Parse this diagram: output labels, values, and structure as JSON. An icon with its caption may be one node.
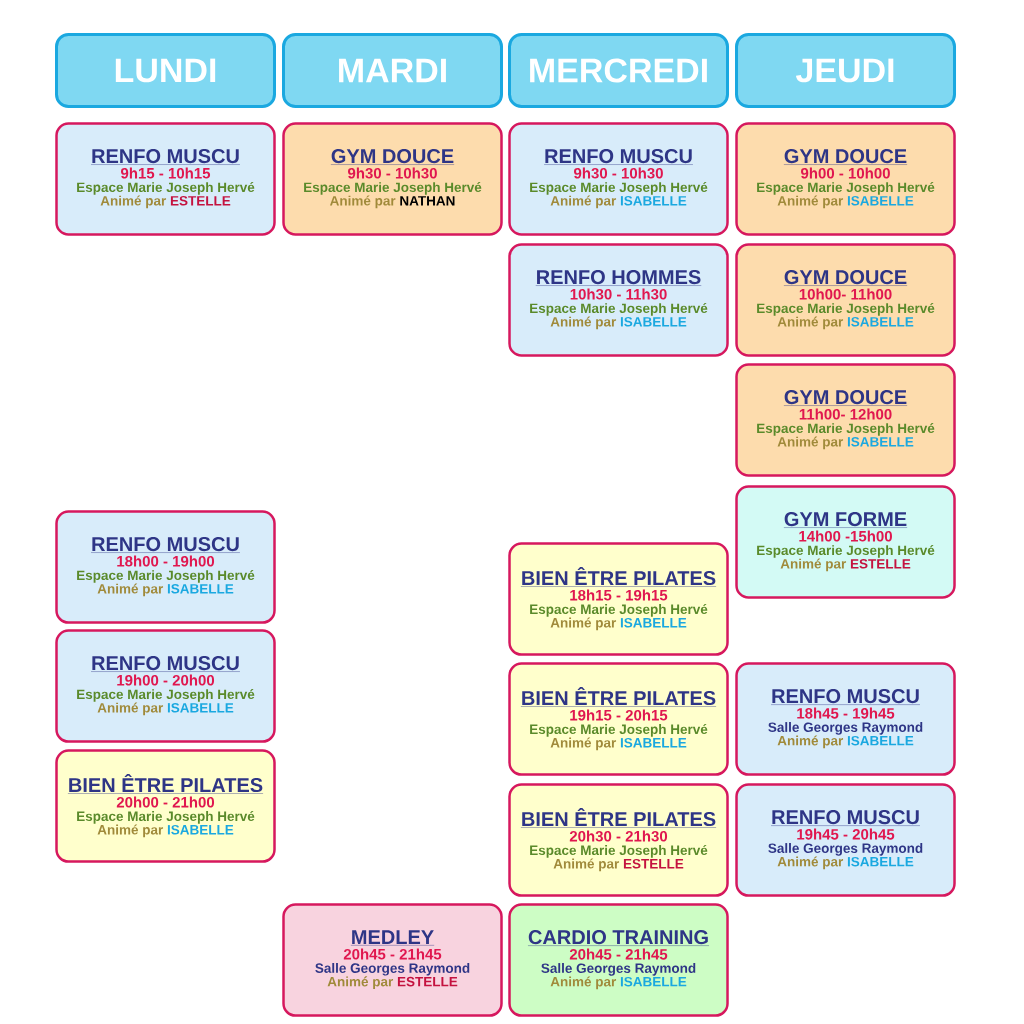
{
  "diagram": {
    "nodes": [
      {
        "text": [
          "LUNDI"
        ]
      },
      {
        "text": [
          "MARDI"
        ]
      },
      {
        "text": [
          "MERCREDI"
        ]
      },
      {
        "text": [
          "JEUDI"
        ]
      },
      {
        "text": [
          "RENFO MUSCU",
          "9h15 - 10h15",
          "Espace Marie Joseph Hervé",
          "Animé par",
          "ESTELLE"
        ]
      },
      {
        "text": [
          "GYM DOUCE",
          "9h30 - 10h30",
          "Espace Marie Joseph Hervé",
          "Animé par",
          "NATHAN"
        ]
      },
      {
        "text": [
          "RENFO MUSCU",
          "9h30 - 10h30",
          "Espace Marie Joseph Hervé",
          "Animé par",
          "ISABELLE"
        ]
      },
      {
        "text": [
          "GYM DOUCE",
          "9h00 - 10h00",
          "Espace Marie Joseph Hervé",
          "Animé par",
          "ISABELLE"
        ]
      },
      {
        "text": [
          "RENFO HOMMES",
          "10h30 - 11h30",
          "Espace Marie Joseph Hervé",
          "Animé par",
          "ISABELLE"
        ]
      },
      {
        "text": [
          "GYM DOUCE",
          "10h00- 11h00",
          "Espace Marie Joseph Hervé",
          "Animé par",
          "ISABELLE"
        ]
      },
      {
        "text": [
          "GYM DOUCE",
          "11h00- 12h00",
          "Espace Marie Joseph Hervé",
          "Animé par",
          "ISABELLE"
        ]
      },
      {
        "text": [
          "GYM FORME",
          "14h00 -15h00",
          "Espace Marie Joseph Hervé",
          "Animé par",
          "ESTELLE"
        ]
      },
      {
        "text": [
          "RENFO MUSCU",
          "18h00 - 19h00",
          "Espace Marie Joseph Hervé",
          "Animé par",
          "ISABELLE"
        ]
      },
      {
        "text": [
          "BIEN ÊTRE PILATES",
          "18h15 - 19h15",
          "Espace Marie Joseph Hervé",
          "Animé par",
          "ISABELLE"
        ]
      },
      {
        "text": [
          "RENFO MUSCU",
          "19h00 - 20h00",
          "Espace Marie Joseph Hervé",
          "Animé par",
          "ISABELLE"
        ]
      },
      {
        "text": [
          "BIEN ÊTRE PILATES",
          "19h15 - 20h15",
          "Espace Marie Joseph Hervé",
          "Animé par",
          "ISABELLE"
        ]
      },
      {
        "text": [
          "RENFO MUSCU",
          "18h45 - 19h45",
          "Salle Georges Raymond",
          "Animé par",
          "ISABELLE"
        ]
      },
      {
        "text": [
          "BIEN ÊTRE PILATES",
          "20h00 - 21h00",
          "Espace Marie Joseph Hervé",
          "Animé par",
          "ISABELLE"
        ]
      },
      {
        "text": [
          "BIEN ÊTRE PILATES",
          "20h30 - 21h30",
          "Espace Marie Joseph Hervé",
          "Animé par",
          "ESTELLE"
        ]
      },
      {
        "text": [
          "RENFO MUSCU",
          "19h45 - 20h45",
          "Salle Georges Raymond",
          "Animé par",
          "ISABELLE"
        ]
      },
      {
        "text": [
          "MEDLEY",
          "20h45 - 21h45",
          "Salle Georges Raymond",
          "Animé par",
          "ESTELLE"
        ]
      },
      {
        "text": [
          "CARDIO TRAINING",
          "20h45 - 21h45",
          "Salle Georges Raymond",
          "Animé par",
          "ISABELLE"
        ]
      }
    ]
  }
}
